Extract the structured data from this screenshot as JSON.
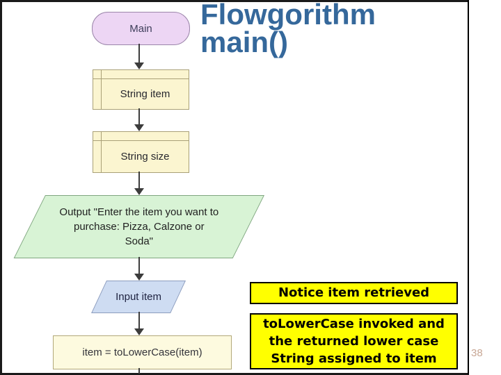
{
  "slide": {
    "title_line1": "Flowgorithm",
    "title_line2": "main()",
    "page_number": "38"
  },
  "flowchart": {
    "terminal_main": "Main",
    "declare_item": "String item",
    "declare_size": "String size",
    "output_statement": "Output \"Enter the item you want to\npurchase: Pizza, Calzone or\nSoda\"",
    "input_statement": "Input item",
    "assign_statement": "item = toLowerCase(item)"
  },
  "annotations": {
    "note1": "Notice item retrieved",
    "note2": "toLowerCase invoked and\nthe returned lower case\nString assigned to item"
  },
  "colors": {
    "title-blue": "#35689B",
    "note-yellow": "#FFFF00",
    "terminal-fill": "#EDD6F4",
    "terminal-border": "#9B85AA",
    "declare-fill": "#FBF5D0",
    "declare-border": "#A9A077",
    "output-fill": "#D8F3D5",
    "output-border": "#7FA57F",
    "input-fill": "#CEDCF2",
    "input-border": "#8C9CBD",
    "assign-fill": "#FDFADF",
    "assign-border": "#B2A878",
    "arrow": "#3C3C3C",
    "page-number": "#C8A795",
    "frame": "#1A1A1A"
  }
}
